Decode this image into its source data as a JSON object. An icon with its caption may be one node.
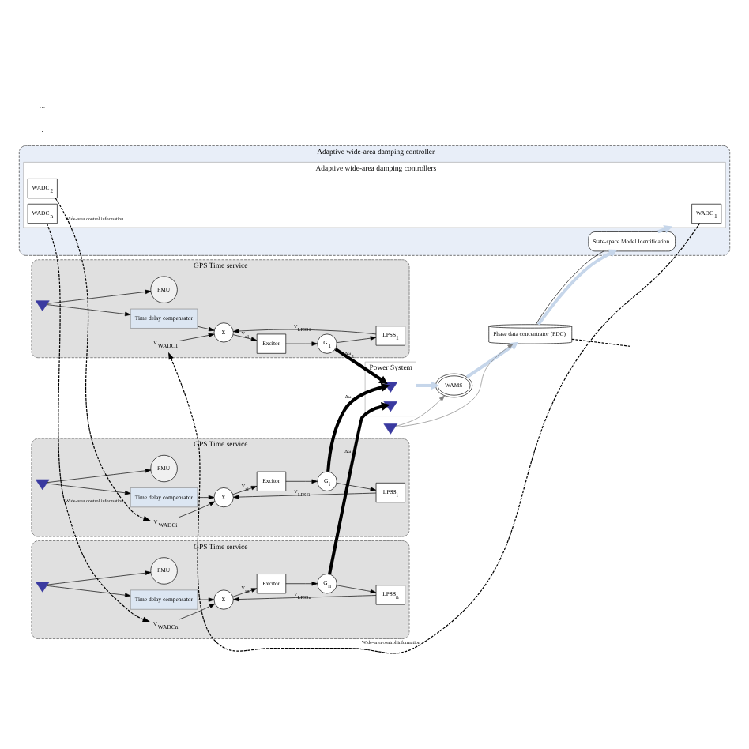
{
  "diagram": {
    "nodes": [
      {
        "text": [
          "GPS Time service"
        ]
      },
      {
        "text": [
          "Time delay compensator"
        ],
        "in": 0
      },
      {
        "text": [],
        "shape": "picture",
        "in": 0
      },
      {
        "text": [
          "PMU"
        ],
        "in": 0
      },
      {
        "text": [
          "V$_{WADC1}$"
        ],
        "in": 0
      },
      {
        "text": [
          "Σ"
        ],
        "in": 0
      },
      {
        "text": [
          "Excitor"
        ],
        "in": 0
      },
      {
        "text": [
          "G$_{1}$"
        ],
        "in": 0
      },
      {
        "text": [
          "LPSS$_{1}$"
        ],
        "in": 0
      },
      {
        "text": [
          "GPS Time service"
        ]
      },
      {
        "text": [
          "Time delay compensator"
        ],
        "in": 9
      },
      {
        "text": [],
        "shape": "picture",
        "in": 9
      },
      {
        "text": [
          "PMU"
        ],
        "in": 9
      },
      {
        "text": [
          "V$_{WADCi}$"
        ],
        "in": 9
      },
      {
        "text": [
          "Σ"
        ],
        "in": 9
      },
      {
        "text": [
          "Excitor"
        ],
        "in": 9
      },
      {
        "text": [
          "G$_{i}$"
        ],
        "in": 9
      },
      {
        "text": [
          "LPSS$_{i}$"
        ],
        "in": 9
      },
      {
        "text": [
          "GPS Time service"
        ]
      },
      {
        "text": [
          "Time delay compensator"
        ],
        "in": 18
      },
      {
        "text": [],
        "shape": "picture",
        "in": 18
      },
      {
        "text": [
          "PMU"
        ],
        "in": 18
      },
      {
        "text": [
          "V$_{WADCn}$"
        ],
        "in": 18
      },
      {
        "text": [
          "Σ"
        ],
        "in": 18
      },
      {
        "text": [
          "Excitor"
        ],
        "in": 18
      },
      {
        "text": [
          "G$_{n}$"
        ],
        "in": 18
      },
      {
        "text": [
          "LPSS$_{n}$"
        ],
        "in": 18
      },
      {
        "text": [
          "Power System"
        ]
      },
      {
        "text": [],
        "shape": "picture",
        "in": 27
      },
      {
        "text": [],
        "shape": "picture",
        "in": 27
      },
      {
        "text": [
          "WAMS"
        ]
      },
      {
        "text": [],
        "shape": "picture"
      },
      {
        "text": [
          "Phase data concentrator (PDC)"
        ]
      },
      {
        "text": [
          "Adaptive wide-area damping controller"
        ]
      },
      {
        "text": [
          "State-space Model Identification"
        ],
        "in": 33
      },
      {
        "text": [
          "Adaptive wide-area damping controllers"
        ],
        "in": 33
      },
      {
        "text": [
          "WADC$_{1}$"
        ],
        "in": 35
      },
      {
        "text": [
          "WADC$_{2}$"
        ],
        "in": 35
      },
      {
        "text": [
          "WADC$_{n}$"
        ],
        "in": 35
      }
    ],
    "edges": [
      {
        "from": 2,
        "to": 1,
        "arrow": "to"
      },
      {
        "from": 2,
        "to": 3,
        "arrow": "to"
      },
      {
        "from": 1,
        "to": 5,
        "arrow": "to"
      },
      {
        "from": 4,
        "to": 5,
        "arrow": "to"
      },
      {
        "from": 5,
        "to": 6,
        "arrow": "to",
        "label": "V$_{s1}$"
      },
      {
        "from": 6,
        "to": 7,
        "arrow": "to"
      },
      {
        "from": 7,
        "to": 8,
        "arrow": "to"
      },
      {
        "from": 8,
        "to": 5,
        "arrow": "to",
        "label": "V$_{LPSS1}$"
      },
      {
        "from": 7,
        "to": 28,
        "arrow": "to",
        "label": "Δω$_{1}$",
        "style": "thick"
      },
      {
        "from": 11,
        "to": 10,
        "arrow": "to"
      },
      {
        "from": 11,
        "to": 12,
        "arrow": "to"
      },
      {
        "from": 10,
        "to": 14,
        "arrow": "to"
      },
      {
        "from": 13,
        "to": 14,
        "arrow": "to"
      },
      {
        "from": 14,
        "to": 15,
        "arrow": "to",
        "label": "V$_{si}$"
      },
      {
        "from": 15,
        "to": 16,
        "arrow": "to"
      },
      {
        "from": 16,
        "to": 17,
        "arrow": "to"
      },
      {
        "from": 17,
        "to": 14,
        "arrow": "to",
        "label": "V$_{LPSSi}$"
      },
      {
        "from": 16,
        "to": 28,
        "arrow": "to",
        "label": "Δω$_{i}$",
        "style": "thick"
      },
      {
        "from": 20,
        "to": 19,
        "arrow": "to"
      },
      {
        "from": 20,
        "to": 21,
        "arrow": "to"
      },
      {
        "from": 19,
        "to": 23,
        "arrow": "to"
      },
      {
        "from": 22,
        "to": 23,
        "arrow": "to"
      },
      {
        "from": 23,
        "to": 24,
        "arrow": "to",
        "label": "V$_{sn}$"
      },
      {
        "from": 24,
        "to": 25,
        "arrow": "to"
      },
      {
        "from": 25,
        "to": 26,
        "arrow": "to"
      },
      {
        "from": 26,
        "to": 23,
        "arrow": "to",
        "label": "V$_{LPSSn}$"
      },
      {
        "from": 25,
        "to": 29,
        "arrow": "to",
        "label": "Δω$_{n}$",
        "style": "thick"
      },
      {
        "from": 27,
        "to": 30,
        "arrow": "to",
        "style": "thick",
        "color": "#c6d6ea"
      },
      {
        "from": 31,
        "to": 30,
        "arrow": "to",
        "color": "#808080"
      },
      {
        "from": 31,
        "to": 32,
        "arrow": "to",
        "color": "#808080"
      },
      {
        "from": 30,
        "to": 32,
        "arrow": "to",
        "style": "thick",
        "color": "#c6d6ea"
      },
      {
        "from": 32,
        "to": 34,
        "arrow": "to",
        "style": "thick",
        "color": "#c6d6ea"
      },
      {
        "from": 32,
        "to": 34,
        "arrow": "none"
      },
      {
        "from": 32,
        "to": null,
        "arrow": "none",
        "style": "dashed"
      },
      {
        "from": 34,
        "to": 35,
        "arrow": "to",
        "style": "thick",
        "color": "#c6d6ea"
      },
      {
        "from": 36,
        "to": 4,
        "arrow": "to",
        "style": "dashed",
        "label": "Wide-area control information"
      },
      {
        "from": 37,
        "to": 13,
        "arrow": "to",
        "style": "dashed",
        "label": "Wide-area control information"
      },
      {
        "from": 38,
        "to": 22,
        "arrow": "to",
        "style": "dashed",
        "label": "Wide-area control information"
      }
    ],
    "labels": [
      "⋮",
      "…"
    ]
  }
}
